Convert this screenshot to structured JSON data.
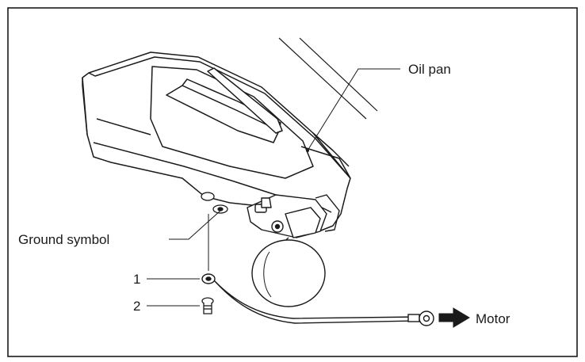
{
  "diagram": {
    "labels": {
      "oil_pan": "Oil pan",
      "ground_symbol": "Ground symbol",
      "callout_1": "1",
      "callout_2": "2",
      "motor": "Motor"
    },
    "colors": {
      "line": "#1a1a1a",
      "background": "#ffffff"
    },
    "icons": {
      "direction": "arrow-right-icon"
    }
  }
}
